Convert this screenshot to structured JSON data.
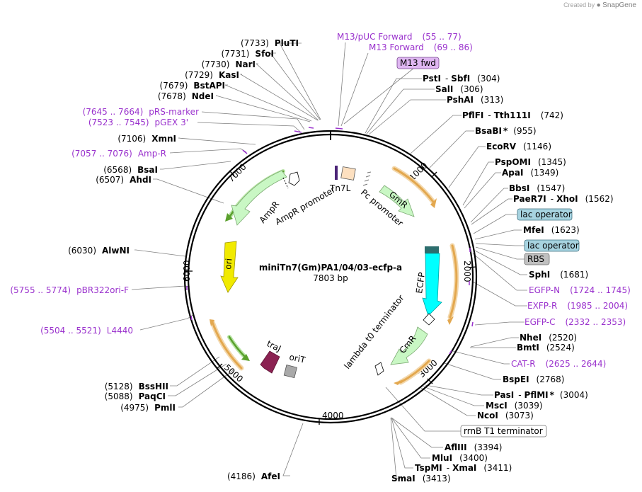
{
  "credit": {
    "prefix": "Created by",
    "brand": "SnapGene"
  },
  "plasmid": {
    "name": "miniTn7(Gm)PA1/04/03-ecfp-a",
    "size": "7803 bp"
  },
  "colors": {
    "enzyme": "#000000",
    "primer": "#9a32cd",
    "ori": "#f1ea00",
    "ecfp": "#00ffff",
    "marker": "#c9f7c4",
    "marker_arrow": "#69b53f",
    "orf_band": "#e3a84f",
    "traj": "#8b2252",
    "orit": "#a9a9a9",
    "tn7l": "#4b2477",
    "pc_box": "#fde0c0",
    "misc_feature": "#a7d3e0",
    "rbs": "#c0c0c0",
    "m13fwd": "#dfb6f2"
  },
  "ticks": [
    "1000",
    "2000",
    "3000",
    "4000",
    "5000",
    "6000",
    "7000"
  ],
  "enzymes": [
    {
      "pos": "(7733)",
      "name": "PluTI"
    },
    {
      "pos": "(7731)",
      "name": "SfoI"
    },
    {
      "pos": "(7730)",
      "name": "NarI"
    },
    {
      "pos": "(7729)",
      "name": "KasI"
    },
    {
      "pos": "(7679)",
      "name": "BstAPI"
    },
    {
      "pos": "(7678)",
      "name": "NdeI"
    },
    {
      "pos": "(7106)",
      "name": "XmnI"
    },
    {
      "pos": "(6568)",
      "name": "BsaI"
    },
    {
      "pos": "(6507)",
      "name": "AhdI"
    },
    {
      "pos": "(6030)",
      "name": "AlwNI"
    },
    {
      "pos": "(5128)",
      "name": "BssHII"
    },
    {
      "pos": "(5088)",
      "name": "PaqCI"
    },
    {
      "pos": "(4975)",
      "name": "PmlI"
    },
    {
      "pos": "(4186)",
      "name": "AfeI"
    },
    {
      "name": "PstI",
      "sep": "-",
      "name2": "SbfI",
      "pos": "(304)"
    },
    {
      "name": "SalI",
      "pos": "(306)"
    },
    {
      "name": "PshAI",
      "pos": "(313)"
    },
    {
      "name": "PflFI",
      "sep": "-",
      "name2": "Tth111I",
      "pos": "(742)"
    },
    {
      "name": "BsaBI",
      "mark": "*",
      "pos": "(955)"
    },
    {
      "name": "EcoRV",
      "pos": "(1146)"
    },
    {
      "name": "PspOMI",
      "pos": "(1345)"
    },
    {
      "name": "ApaI",
      "pos": "(1349)"
    },
    {
      "name": "BbsI",
      "pos": "(1547)"
    },
    {
      "name": "PaeR7I",
      "sep": "-",
      "name2": "XhoI",
      "pos": "(1562)"
    },
    {
      "name": "MfeI",
      "pos": "(1623)"
    },
    {
      "name": "SphI",
      "pos": "(1681)"
    },
    {
      "name": "NheI",
      "pos": "(2520)"
    },
    {
      "name": "BmtI",
      "pos": "(2524)"
    },
    {
      "name": "BspEI",
      "pos": "(2768)"
    },
    {
      "name": "PasI",
      "sep": "-",
      "name2": "PflMI",
      "mark": "*",
      "pos": "(3004)"
    },
    {
      "name": "MscI",
      "pos": "(3039)"
    },
    {
      "name": "NcoI",
      "pos": "(3073)"
    },
    {
      "name": "AflIII",
      "pos": "(3394)"
    },
    {
      "name": "MluI",
      "pos": "(3400)"
    },
    {
      "name": "TspMI",
      "sep": "-",
      "name2": "XmaI",
      "pos": "(3411)"
    },
    {
      "name": "SmaI",
      "pos": "(3413)"
    }
  ],
  "primers": [
    {
      "name": "M13/pUC Forward",
      "range": "(55 .. 77)"
    },
    {
      "name": "M13 Forward",
      "range": "(69 .. 86)"
    },
    {
      "range": "(7645 .. 7664)",
      "name": "pRS-marker"
    },
    {
      "range": "(7523 .. 7545)",
      "name": "pGEX 3'"
    },
    {
      "range": "(7057 .. 7076)",
      "name": "Amp-R"
    },
    {
      "range": "(5755 .. 5774)",
      "name": "pBR322ori-F"
    },
    {
      "range": "(5504 .. 5521)",
      "name": "L4440"
    },
    {
      "name": "EGFP-N",
      "range": "(1724 .. 1745)"
    },
    {
      "name": "EXFP-R",
      "range": "(1985 .. 2004)"
    },
    {
      "name": "EGFP-C",
      "range": "(2332 .. 2353)"
    },
    {
      "name": "CAT-R",
      "range": "(2625 .. 2644)"
    }
  ],
  "boxed_labels": [
    {
      "text": "M13 fwd"
    },
    {
      "text": "lac operator"
    },
    {
      "text": "lac operator"
    },
    {
      "text": "RBS"
    },
    {
      "text": "rrnB T1 terminator"
    }
  ],
  "features": [
    {
      "name": "AmpR"
    },
    {
      "name": "AmpR promoter"
    },
    {
      "name": "ori"
    },
    {
      "name": "traJ"
    },
    {
      "name": "oriT"
    },
    {
      "name": "Tn7L"
    },
    {
      "name": "Pc promoter"
    },
    {
      "name": "GmR"
    },
    {
      "name": "ECFP"
    },
    {
      "name": "lambda t0 terminator"
    },
    {
      "name": "CmR"
    }
  ]
}
